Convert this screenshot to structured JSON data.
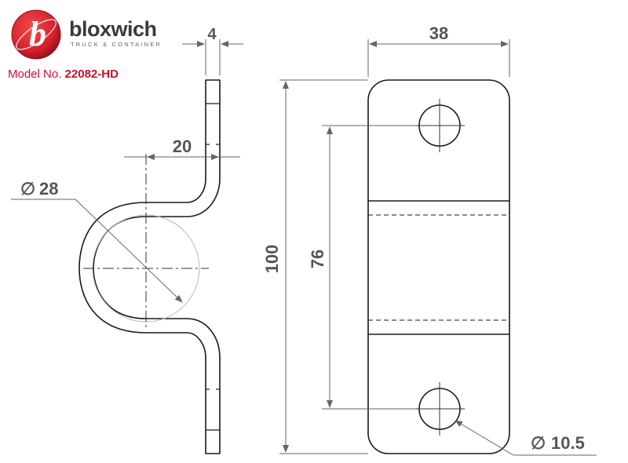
{
  "brand": {
    "logo_letter": "b",
    "name": "bloxwich",
    "tagline": "TRUCK & CONTAINER",
    "colors": {
      "logo_red": "#d4202c",
      "logo_dark": "#8e0f18",
      "text_red": "#c8102e"
    }
  },
  "model": {
    "label": "Model No.",
    "number": "22082-HD"
  },
  "dimensions": {
    "thickness": "4",
    "offset": "20",
    "bore_diameter": "28",
    "width": "38",
    "length": "100",
    "hole_spacing": "76",
    "hole_diameter": "10.5",
    "diameter_symbol": "∅"
  },
  "colors": {
    "line": "#1a1a1a",
    "dim_line": "#666666",
    "dim_text": "#555555"
  }
}
